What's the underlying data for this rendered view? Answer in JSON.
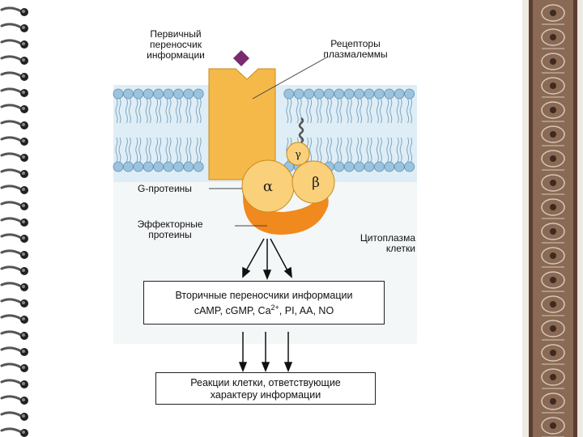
{
  "labels": {
    "primary_messenger": "Первичный\nпереносчик\nинформации",
    "receptors": "Рецепторы\nплазмалеммы",
    "g_proteins": "G-протеины",
    "effector_proteins": "Эффекторные\nпротеины",
    "cytoplasm": "Цитоплазма\nклетки"
  },
  "subunits": {
    "alpha": "α",
    "beta": "β",
    "gamma": "γ"
  },
  "second_messengers_box": {
    "line1": "Вторичные переносчики информации",
    "line2_prefix": "cAMP,  cGMP,  Ca",
    "line2_sup": "2+",
    "line2_suffix": ",  PI,  AA,  NO"
  },
  "response_box": {
    "line1": "Реакции клетки, ответствующие",
    "line2": "характеру  информации"
  },
  "colors": {
    "receptor": "#f5b94a",
    "g_alpha": "#fad07a",
    "effector": "#f08a1e",
    "ligand": "#7a2a6e",
    "phospholipid_head": "#8fb8d8",
    "membrane_bg": "#d7e8f2",
    "frame_wood": "#6b4a3a"
  }
}
